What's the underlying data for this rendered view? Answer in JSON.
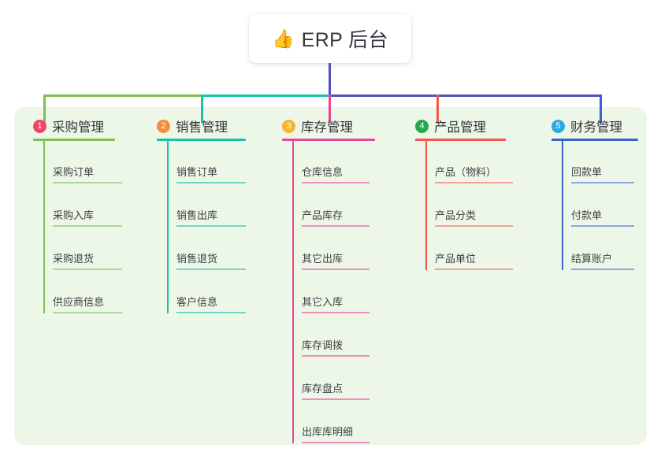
{
  "root": {
    "icon": "thumbs-up-icon",
    "emoji": "👍",
    "title": "ERP 后台"
  },
  "colors": {
    "panel_bg": "#EDF7E7",
    "card_bg": "#FFFFFF",
    "text": "#33363D",
    "trunk": "#4F51C0",
    "bar_left": "#7FBF4D",
    "bar_mid": "#17C3A8",
    "bar_right": "#4F51C0"
  },
  "columns": [
    {
      "number": "1",
      "title": "采购管理",
      "badge_color": "#F0456B",
      "line_color": "#7FBF4D",
      "item_line_color": "#AFD69A",
      "stem_color": "#7FBF4D",
      "items": [
        "采购订单",
        "采购入库",
        "采购退货",
        "供应商信息"
      ]
    },
    {
      "number": "2",
      "title": "销售管理",
      "badge_color": "#F68B3C",
      "line_color": "#17C3A8",
      "item_line_color": "#6FD7C6",
      "stem_color": "#17C3A8",
      "items": [
        "销售订单",
        "销售出库",
        "销售退货",
        "客户信息"
      ]
    },
    {
      "number": "3",
      "title": "库存管理",
      "badge_color": "#F7B52C",
      "line_color": "#E8469B",
      "item_line_color": "#EE8FC0",
      "stem_color": "#E8469B",
      "items": [
        "仓库信息",
        "产品库存",
        "其它出库",
        "其它入库",
        "库存调拨",
        "库存盘点",
        "出库库明细"
      ]
    },
    {
      "number": "4",
      "title": "产品管理",
      "badge_color": "#22A94E",
      "line_color": "#F2554B",
      "item_line_color": "#F4A09A",
      "stem_color": "#F2554B",
      "items": [
        "产品（物料）",
        "产品分类",
        "产品单位"
      ]
    },
    {
      "number": "5",
      "title": "财务管理",
      "badge_color": "#29ABE2",
      "line_color": "#3A63CC",
      "item_line_color": "#8DA4E0",
      "stem_color": "#3A63CC",
      "items": [
        "回款单",
        "付款单",
        "结算账户"
      ]
    }
  ]
}
